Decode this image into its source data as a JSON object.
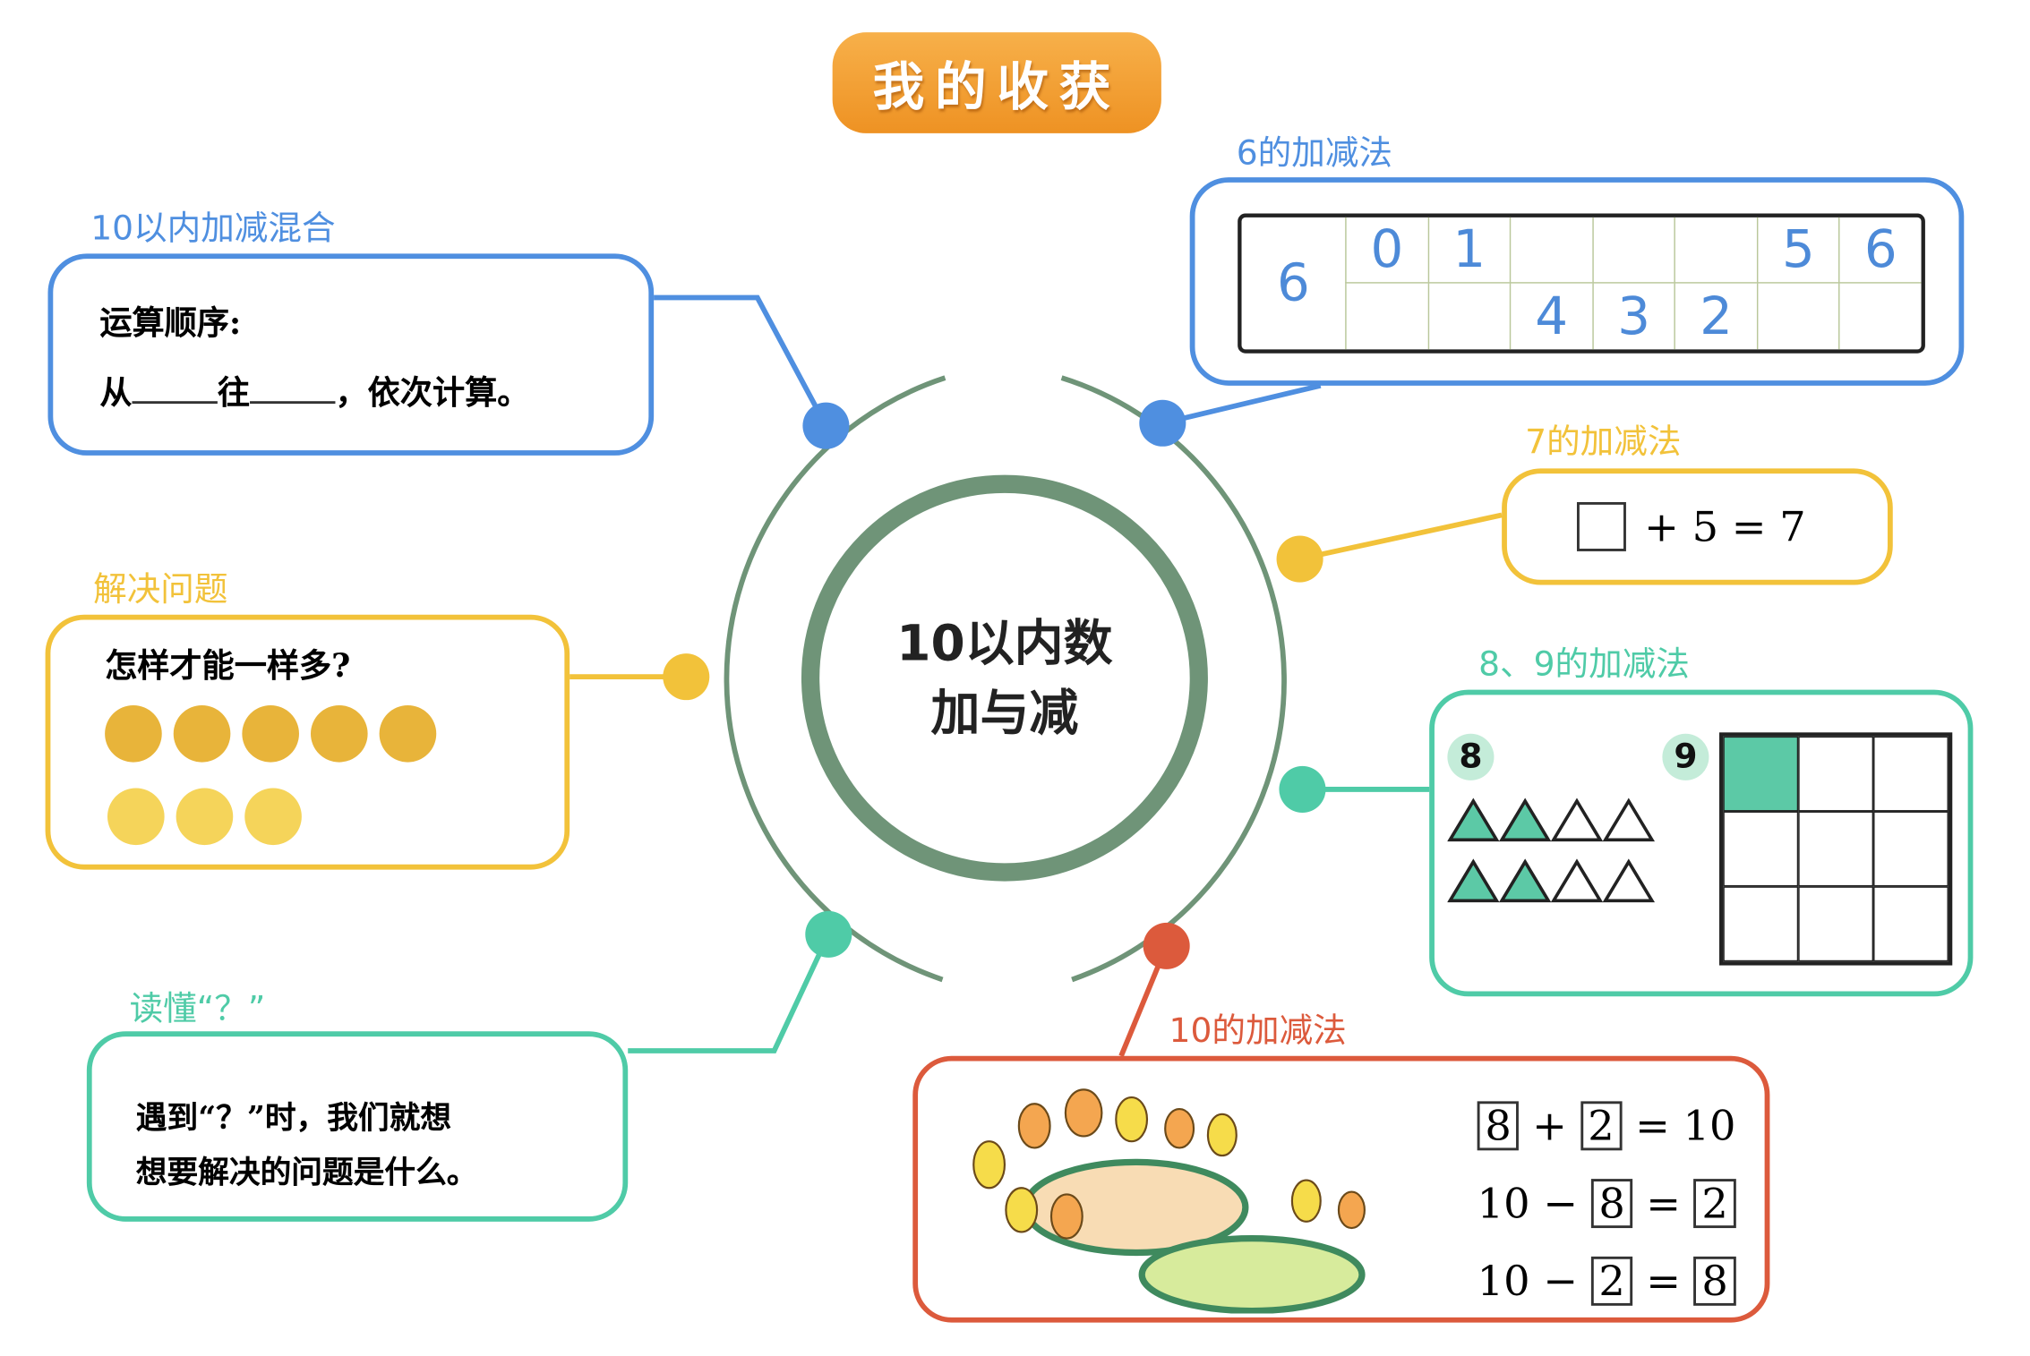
{
  "title": "我的收获",
  "center": {
    "line1": "10以内数",
    "line2": "加与减"
  },
  "colors": {
    "blue": "#4f8fe0",
    "yellow": "#f2c23a",
    "teal": "#4fcba7",
    "red": "#dc5a3c",
    "orange": "#f29a2e",
    "ring": "#6f9478"
  },
  "mixed": {
    "label": "10以内加减混合",
    "line1": "运算顺序:",
    "line2_a": "从",
    "line2_b": "往",
    "line2_c": "，依次计算。"
  },
  "six": {
    "label": "6的加减法",
    "whole": "6",
    "top": [
      "0",
      "1",
      "",
      "",
      "",
      "5",
      "6"
    ],
    "bottom": [
      "",
      "",
      "4",
      "3",
      "2",
      "",
      ""
    ]
  },
  "seven": {
    "label": "7的加减法",
    "equation": "+ 5 = 7"
  },
  "solve": {
    "label": "解决问题",
    "question": "怎样才能一样多?",
    "row1_count": 5,
    "row2_count": 3
  },
  "eightnine": {
    "label": "8、9的加减法",
    "eight": "8",
    "nine": "9",
    "filled_triangles_per_row": 2,
    "triangles_per_row": 4,
    "filled_cells": 1,
    "cells": 9
  },
  "understand": {
    "label": "读懂“？”",
    "line1": "遇到“？”时，我们就想",
    "line2": "想要解决的问题是什么。"
  },
  "ten": {
    "label": "10的加减法",
    "eq1": {
      "a": "8",
      "op": "+",
      "b": "2",
      "eq": "=",
      "c": "10"
    },
    "eq2": {
      "a": "10",
      "op": "−",
      "b": "8",
      "eq": "=",
      "c": "2"
    },
    "eq3": {
      "a": "10",
      "op": "−",
      "b": "2",
      "eq": "=",
      "c": "8"
    }
  }
}
